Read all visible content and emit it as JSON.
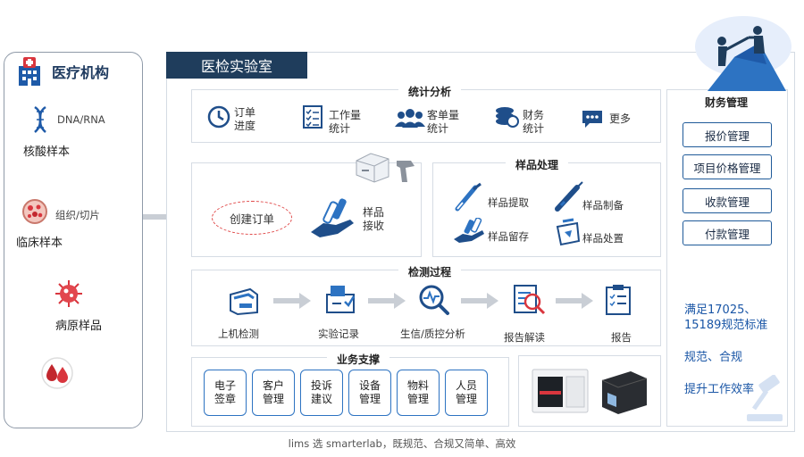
{
  "institution": {
    "title": "医疗机构",
    "dna_label": "DNA/RNA",
    "nucleic_label": "核酸样本",
    "tissue_label": "组织/切片",
    "clinical_label": "临床样本",
    "pathogen_label": "病原样品"
  },
  "lab": {
    "title": "医检实验室",
    "stats": {
      "title": "统计分析",
      "items": [
        "订单\n进度",
        "工作量\n统计",
        "客单量\n统计",
        "财务\n统计",
        "更多"
      ]
    },
    "order": {
      "create_label": "创建订单",
      "receive_label": "样品\n接收"
    },
    "sample_processing": {
      "title": "样品处理",
      "items": [
        "样品提取",
        "样品制备",
        "样品留存",
        "样品处置"
      ]
    },
    "testing": {
      "title": "检测过程",
      "steps": [
        "上机检测",
        "实验记录",
        "生信/质控分析",
        "报告解读",
        "报告"
      ]
    },
    "support": {
      "title": "业务支撑",
      "items": [
        "电子\n签章",
        "客户\n管理",
        "投诉\n建议",
        "设备\n管理",
        "物料\n管理",
        "人员\n管理"
      ]
    },
    "finance": {
      "title": "财务管理",
      "buttons": [
        "报价管理",
        "项目价格管理",
        "收款管理",
        "付款管理"
      ],
      "standard_text": "满足17025、\n15189规范标准",
      "compliance_text": "规范、合规",
      "efficiency_text": "提升工作效率"
    }
  },
  "caption": "lims 选 smarterlab，既规范、合规又简单、高效",
  "colors": {
    "navy": "#1f3d5c",
    "accent_blue": "#2d73c2",
    "text_blue": "#1a56a6",
    "red": "#d9363e"
  }
}
